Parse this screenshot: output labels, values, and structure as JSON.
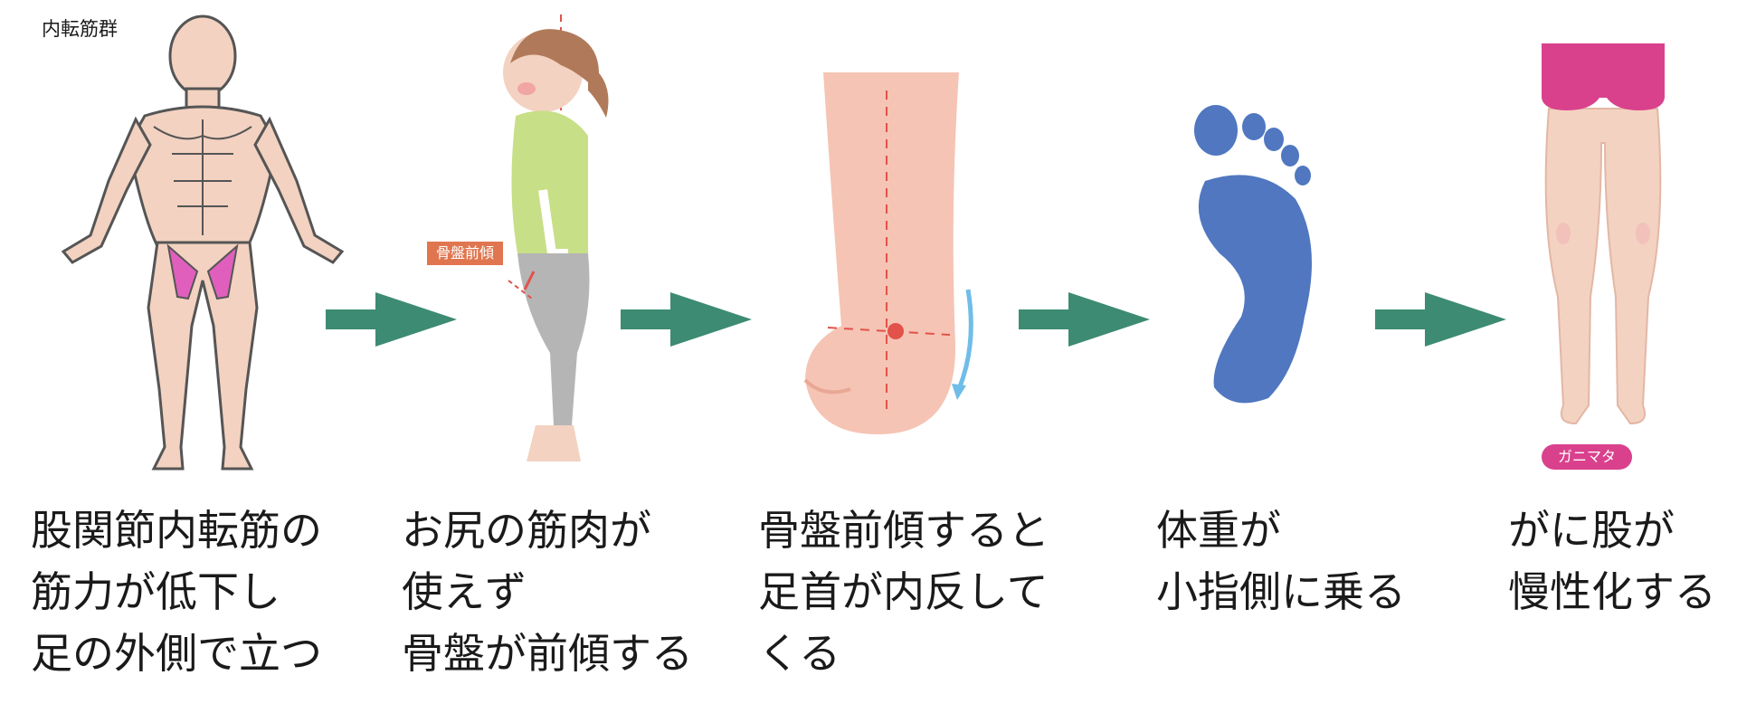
{
  "figure_label": "内転筋群",
  "tags": {
    "pelvis_tilt": "骨盤前傾",
    "knock_knee": "ガニマタ"
  },
  "steps": [
    {
      "icon": "muscle-figure-icon",
      "lines": [
        "股関節内転筋の",
        "筋力が低下し",
        "足の外側で立つ"
      ]
    },
    {
      "icon": "woman-posture-icon",
      "lines": [
        "お尻の筋肉が",
        "使えず",
        "骨盤が前傾する"
      ]
    },
    {
      "icon": "ankle-inversion-icon",
      "lines": [
        "骨盤前傾すると",
        "足首が内反して",
        "くる"
      ]
    },
    {
      "icon": "footprint-icon",
      "lines": [
        "体重が",
        "小指側に乗る"
      ]
    },
    {
      "icon": "legs-icon",
      "lines": [
        "がに股が",
        "慢性化する"
      ]
    }
  ],
  "colors": {
    "arrow": "#3d8b73",
    "skin": "#f3d2c1",
    "adductor": "#e05fbd",
    "shirt": "#c7df87",
    "pants": "#b5b5b5",
    "foot": "#5077c0",
    "shorts": "#d9418c"
  }
}
